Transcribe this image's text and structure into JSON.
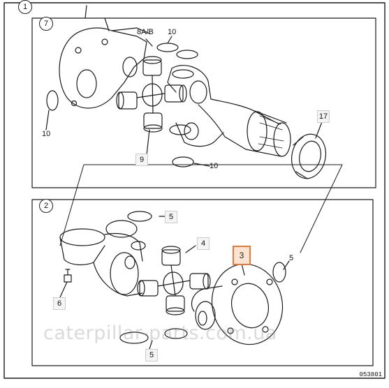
{
  "figure": {
    "view_labels": {
      "panel_outer": "1",
      "panel_top": "7",
      "panel_bottom": "2"
    },
    "callouts_top": {
      "yoke_flange": "8A/B",
      "snap_ring_top": "10",
      "snap_ring_left": "10",
      "snap_ring_bottom": "10",
      "cross_bearing": "9",
      "seal": "17"
    },
    "callouts_bottom": {
      "snap_ring_top": "5",
      "cross_kit": "4",
      "flange_selected": "3",
      "snap_ring_right": "5",
      "grease_fitting": "6",
      "snap_ring_bottom": "5"
    },
    "figure_code": "053801",
    "watermark": "caterpillar-parts.com.ua",
    "colors": {
      "line": "#1a1a1a",
      "highlight_border": "#e8773a",
      "highlight_fill": "#fde3d1"
    }
  }
}
